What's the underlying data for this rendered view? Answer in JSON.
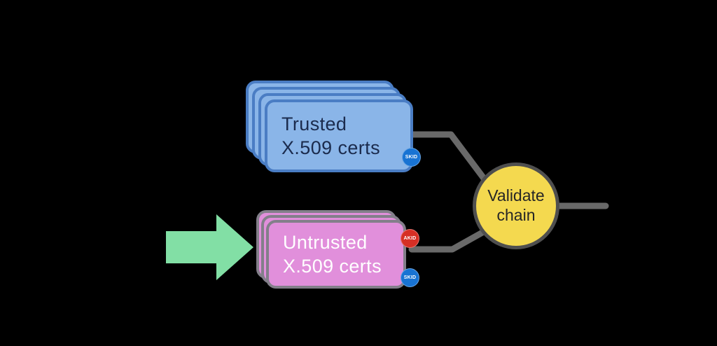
{
  "diagram": {
    "background": "#000000",
    "connector_color": "#696969",
    "arrow": {
      "color": "#82dfa5",
      "outline": "#6cc68f"
    },
    "trusted_stack": {
      "label_line1": "Trusted",
      "label_line2": "X.509 certs",
      "fill": "#8ab5e8",
      "border": "#4a7dc4",
      "text_color": "#1b2b4d",
      "badge": {
        "label": "SKID",
        "color": "#1873d3"
      }
    },
    "untrusted_stack": {
      "label_line1": "Untrusted",
      "label_line2": "X.509 certs",
      "fill": "#e18fdb",
      "border": "#837f8a",
      "text_color": "#ffffff",
      "badges": [
        {
          "label": "AKID",
          "color": "#d62f25"
        },
        {
          "label": "SKID",
          "color": "#1873d3"
        }
      ]
    },
    "validate_node": {
      "label_line1": "Validate",
      "label_line2": "chain",
      "fill": "#f4d94f",
      "border": "#4f4f4f",
      "text_color": "#262626"
    }
  }
}
